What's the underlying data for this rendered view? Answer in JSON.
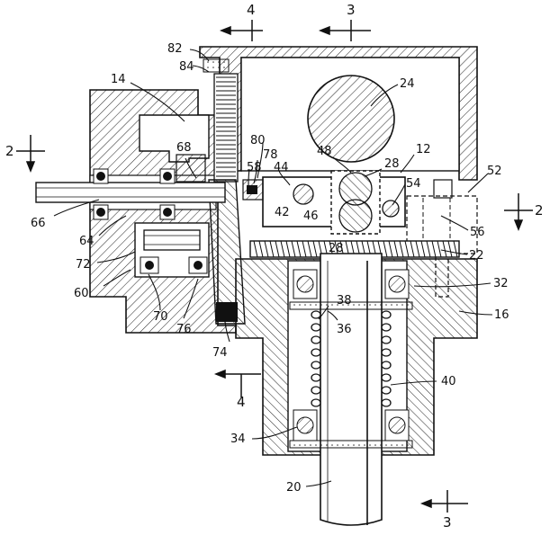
{
  "figure": {
    "labels": {
      "l2": "2",
      "l3": "3",
      "l4": "4",
      "l12": "12",
      "l14": "14",
      "l16": "16",
      "l20": "20",
      "l22": "22",
      "l24": "24",
      "l28a": "28",
      "l28b": "28",
      "l32": "32",
      "l34": "34",
      "l36": "36",
      "l38": "38",
      "l40": "40",
      "l42": "42",
      "l44": "44",
      "l46": "46",
      "l48": "48",
      "l52": "52",
      "l54": "54",
      "l56": "56",
      "l58": "58",
      "l60": "60",
      "l64": "64",
      "l66": "66",
      "l68": "68",
      "l70": "70",
      "l72": "72",
      "l74": "74",
      "l76": "76",
      "l78": "78",
      "l80": "80",
      "l82": "82",
      "l84": "84"
    },
    "section_marks": {
      "top_left": "4",
      "top_right": "3",
      "left": "2",
      "right": "2",
      "bottom_left": "4",
      "bottom_right": "3"
    }
  }
}
